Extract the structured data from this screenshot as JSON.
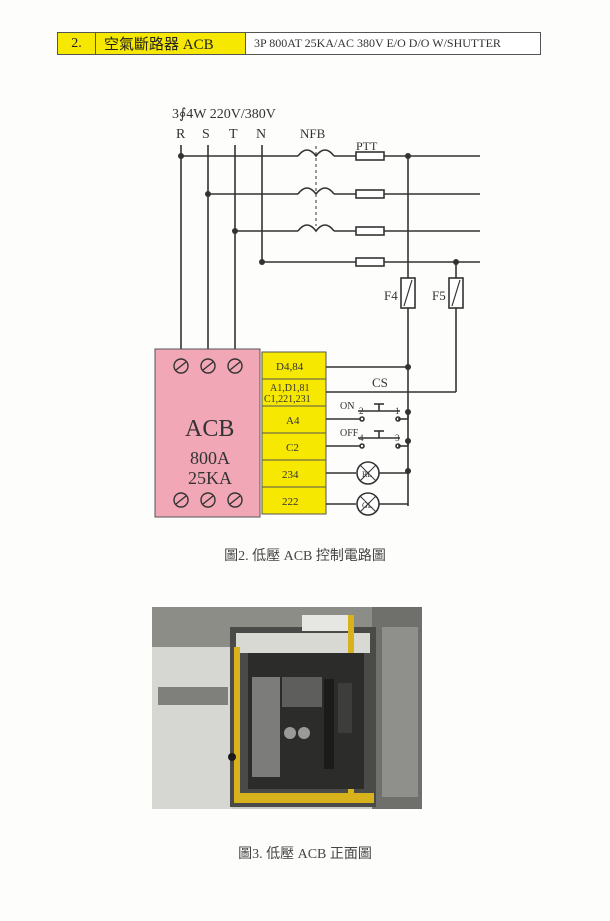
{
  "header": {
    "number": "2.",
    "name": "空氣斷路器 ACB",
    "spec": "3P 800AT 25KA/AC 380V E/O D/O W/SHUTTER"
  },
  "diagram": {
    "supply": "3∮4W  220V/380V",
    "phases": [
      "R",
      "S",
      "T",
      "N"
    ],
    "nfb": "NFB",
    "ptt": "PTT",
    "fuses": [
      "F4",
      "F5"
    ],
    "cs": "CS",
    "on": "ON",
    "off": "OFF",
    "contacts": [
      "2",
      "1",
      "4",
      "3"
    ],
    "acb_title": "ACB",
    "acb_rating_a": "800A",
    "acb_rating_ka": "25KA",
    "terminals": [
      "D4,84",
      "A1,D1,81",
      "C1,221,231",
      "A4",
      "C2",
      "234",
      "222"
    ],
    "lamps": [
      "RL",
      "GL"
    ]
  },
  "captions": {
    "fig2": "圖2. 低壓 ACB 控制電路圖",
    "fig3": "圖3. 低壓 ACB 正面圖"
  },
  "colors": {
    "header_fill": "#f6e800",
    "acb_body": "#f2a7b6",
    "terminal_fill": "#f6e800",
    "wire": "#333333"
  }
}
